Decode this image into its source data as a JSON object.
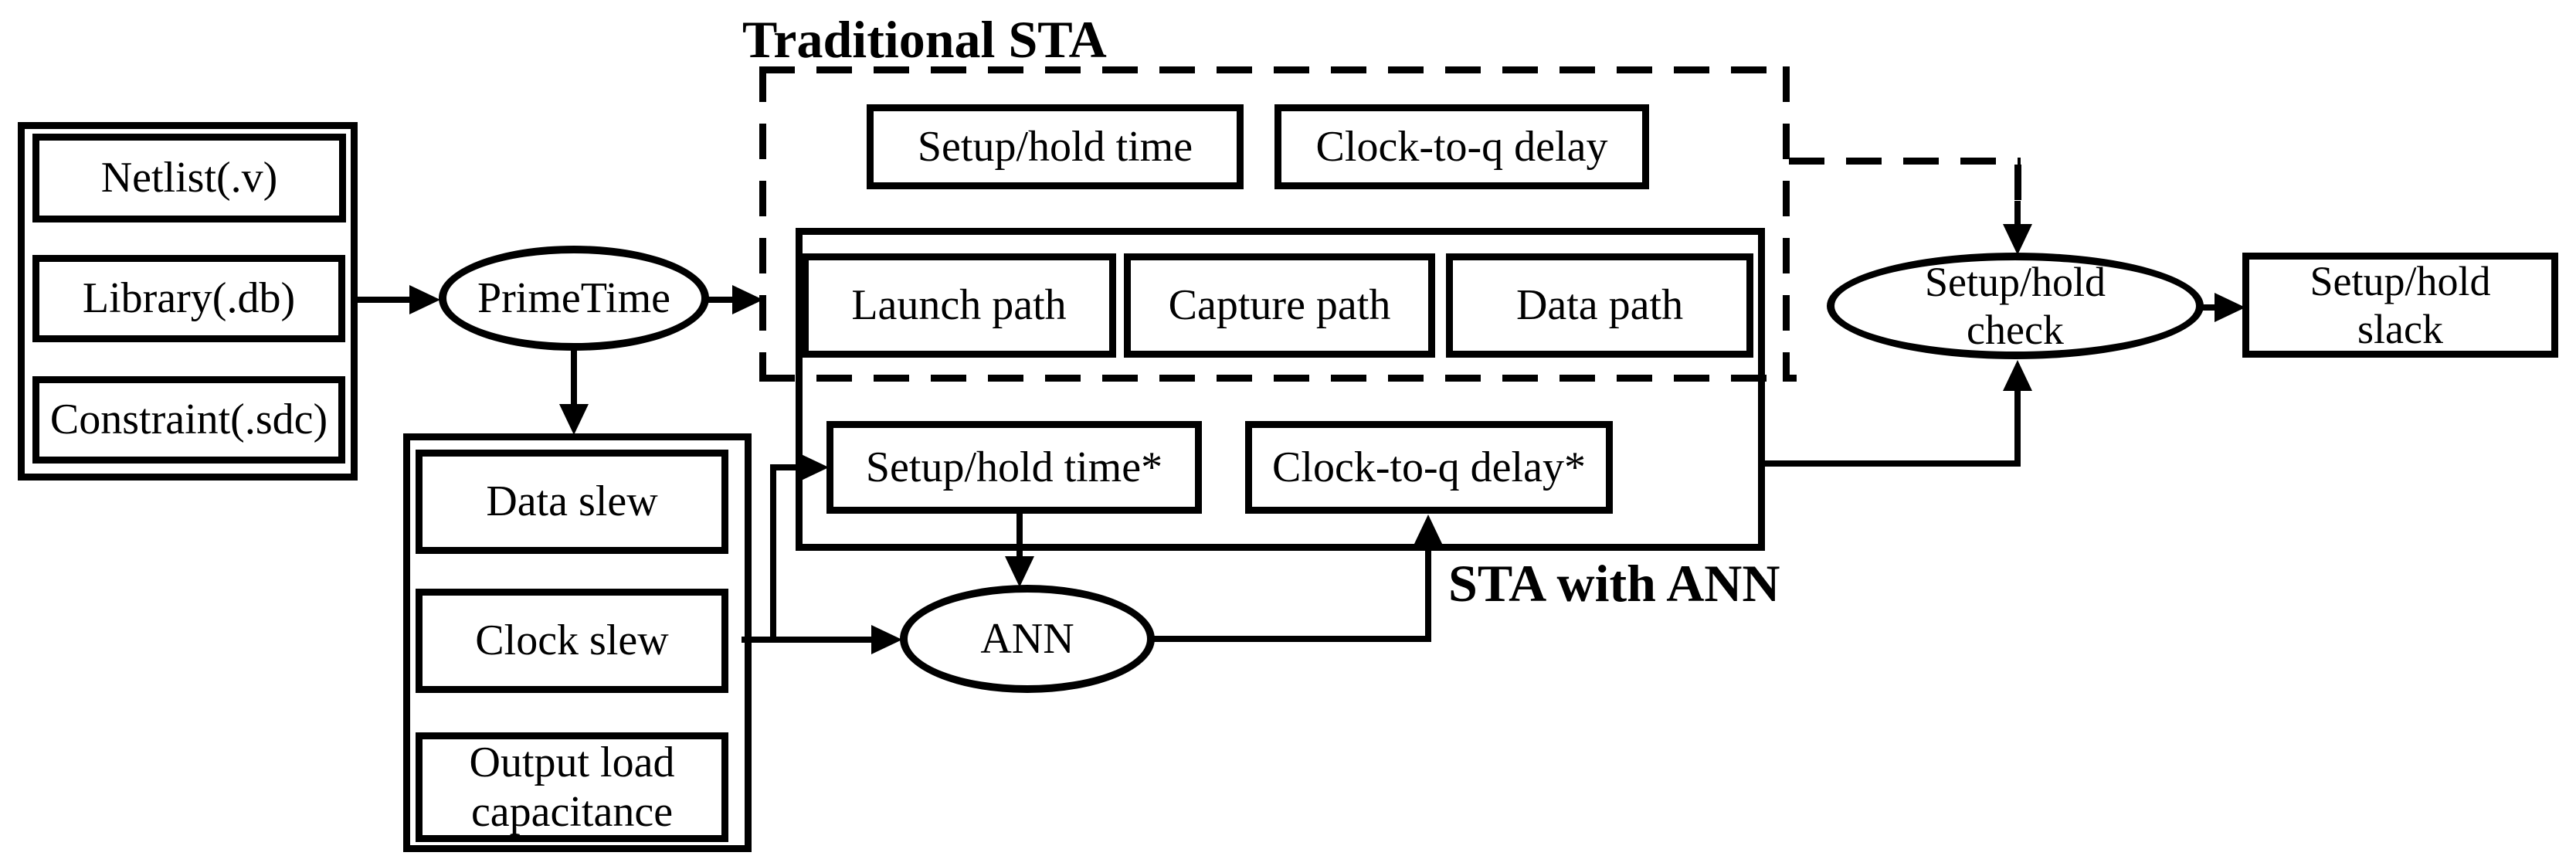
{
  "diagram": {
    "title_region_labels": {
      "traditional_sta": "Traditional STA",
      "sta_with_ann": "STA with ANN"
    },
    "inputs": {
      "netlist": "Netlist(.v)",
      "library": "Library(.db)",
      "constraint": "Constraint(.sdc)"
    },
    "primetime": "PrimeTime",
    "slew_group": {
      "data_slew": "Data slew",
      "clock_slew": "Clock slew",
      "output_load": "Output load\ncapacitance"
    },
    "traditional_row": {
      "setup_hold_time": "Setup/hold time",
      "clock_to_q_delay": "Clock-to-q delay"
    },
    "path_row": {
      "launch_path": "Launch path",
      "capture_path": "Capture path",
      "data_path": "Data path"
    },
    "ann_row": {
      "setup_hold_time_star": "Setup/hold time*",
      "clock_to_q_delay_star": "Clock-to-q delay*"
    },
    "ann": "ANN",
    "setup_hold_check": "Setup/hold\ncheck",
    "setup_hold_slack": "Setup/hold\nslack",
    "colors": {
      "ink": "#000000",
      "background": "#ffffff"
    }
  }
}
